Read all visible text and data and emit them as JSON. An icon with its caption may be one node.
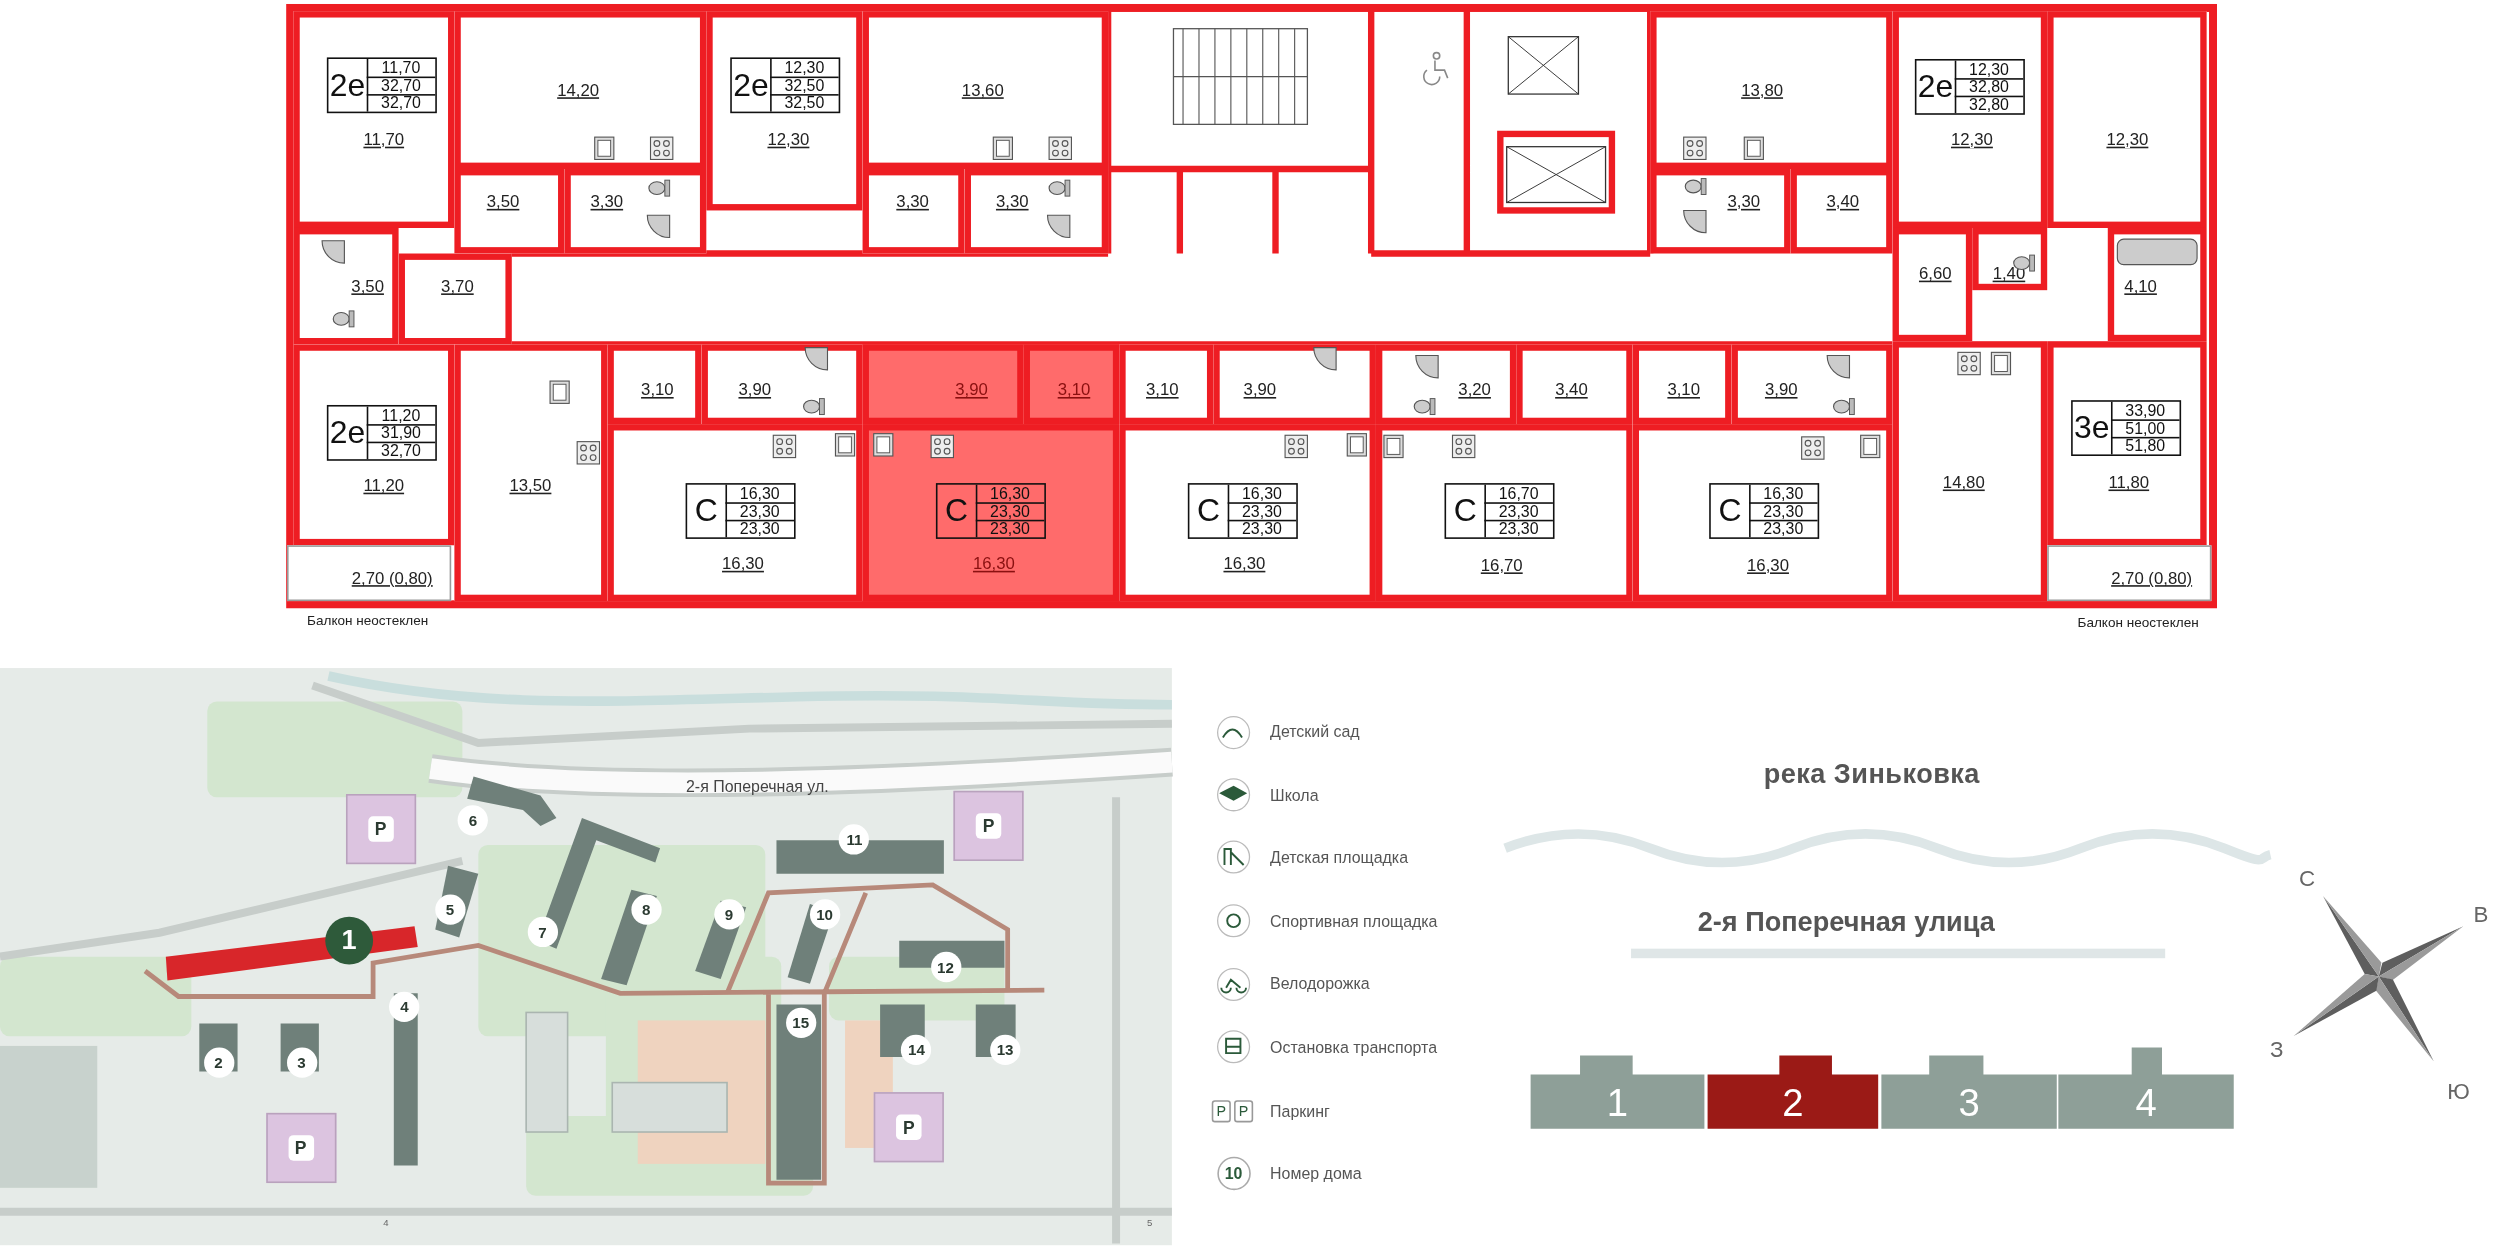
{
  "diagram": {
    "nodes": [
      {
        "text": [
          "11,70"
        ]
      },
      {
        "text": [
          "2е",
          "11,70",
          "32,70",
          "32,70"
        ],
        "in": 0
      },
      {
        "text": [
          "14,20"
        ]
      },
      {
        "text": [
          "3,50"
        ]
      },
      {
        "text": [
          "3,30"
        ]
      },
      {
        "text": [
          "12,30"
        ]
      },
      {
        "text": [
          "2е",
          "12,30",
          "32,50",
          "32,50"
        ],
        "in": 5
      },
      {
        "text": [
          "13,60"
        ]
      },
      {
        "text": [
          "3,30"
        ]
      },
      {
        "text": [
          "3,30"
        ]
      },
      {
        "text": [
          "13,80"
        ]
      },
      {
        "text": [
          "3,30"
        ]
      },
      {
        "text": [
          "3,40"
        ]
      },
      {
        "text": [
          "12,30"
        ]
      },
      {
        "text": [
          "2е",
          "12,30",
          "32,80",
          "32,80"
        ],
        "in": 13
      },
      {
        "text": [
          "12,30"
        ]
      },
      {
        "text": [
          "3,50"
        ]
      },
      {
        "text": [
          "3,70"
        ]
      },
      {
        "text": [
          "6,60"
        ]
      },
      {
        "text": [
          "1,40"
        ]
      },
      {
        "text": [
          "4,10"
        ]
      },
      {
        "text": [
          "11,20"
        ]
      },
      {
        "text": [
          "2е",
          "11,20",
          "31,90",
          "32,70"
        ],
        "in": 21
      },
      {
        "text": [
          "13,50"
        ]
      },
      {
        "text": [
          "3,10"
        ]
      },
      {
        "text": [
          "3,90"
        ]
      },
      {
        "text": [
          "16,30"
        ]
      },
      {
        "text": [
          "С",
          "16,30",
          "23,30",
          "23,30"
        ],
        "in": 26
      },
      {
        "text": [
          "3,90"
        ]
      },
      {
        "text": [
          "3,10"
        ]
      },
      {
        "text": [
          "16,30"
        ]
      },
      {
        "text": [
          "С",
          "16,30",
          "23,30",
          "23,30"
        ],
        "in": 30
      },
      {
        "text": [
          "3,10"
        ]
      },
      {
        "text": [
          "3,90"
        ]
      },
      {
        "text": [
          "16,30"
        ]
      },
      {
        "text": [
          "С",
          "16,30",
          "23,30",
          "23,30"
        ],
        "in": 34
      },
      {
        "text": [
          "3,20"
        ]
      },
      {
        "text": [
          "3,40"
        ]
      },
      {
        "text": [
          "16,70"
        ]
      },
      {
        "text": [
          "С",
          "16,70",
          "23,30",
          "23,30"
        ],
        "in": 38
      },
      {
        "text": [
          "3,10"
        ]
      },
      {
        "text": [
          "3,90"
        ]
      },
      {
        "text": [
          "16,30"
        ]
      },
      {
        "text": [
          "С",
          "16,30",
          "23,30",
          "23,30"
        ],
        "in": 42
      },
      {
        "text": [
          "14,80"
        ]
      },
      {
        "text": [
          "11,80"
        ]
      },
      {
        "text": [
          "3е",
          "33,90",
          "51,00",
          "51,80"
        ],
        "in": 45
      },
      {
        "text": [
          "2,70 (0,80)"
        ]
      },
      {
        "text": [
          "2,70 (0,80)"
        ]
      },
      {
        "text": [
          "1"
        ]
      },
      {
        "text": [
          "2"
        ]
      },
      {
        "text": [
          "3"
        ]
      },
      {
        "text": [
          "4"
        ]
      },
      {
        "text": [
          "5"
        ]
      },
      {
        "text": [
          "6"
        ]
      },
      {
        "text": [
          "7"
        ]
      },
      {
        "text": [
          "8"
        ]
      },
      {
        "text": [
          "9"
        ]
      },
      {
        "text": [
          "10"
        ]
      },
      {
        "text": [
          "11"
        ]
      },
      {
        "text": [
          "12"
        ]
      },
      {
        "text": [
          "13"
        ]
      },
      {
        "text": [
          "14"
        ]
      },
      {
        "text": [
          "15"
        ]
      },
      {
        "text": [
          "P"
        ]
      },
      {
        "text": [
          "P"
        ]
      },
      {
        "text": [
          "P"
        ]
      },
      {
        "text": [
          "P"
        ]
      },
      {
        "text": [
          "1"
        ]
      },
      {
        "text": [
          "2"
        ]
      },
      {
        "text": [
          "3"
        ]
      },
      {
        "text": [
          "4"
        ]
      }
    ],
    "labels": [
      "Балкон неостеклен",
      "Балкон неостеклен",
      "2-я Поперечная ул.",
      "4",
      "5",
      "река Зиньковка",
      "2-я Поперечная улица",
      "С",
      "В",
      "З",
      "Ю",
      "P",
      "P",
      "10"
    ],
    "legend": [
      {
        "text": "Детский сад"
      },
      {
        "text": "Школа"
      },
      {
        "text": "Детская площадка"
      },
      {
        "text": "Спортивная площадка"
      },
      {
        "text": "Велодорожка"
      },
      {
        "text": "Остановка транспорта"
      },
      {
        "text": "Паркинг"
      },
      {
        "text": "Номер дома"
      }
    ]
  }
}
